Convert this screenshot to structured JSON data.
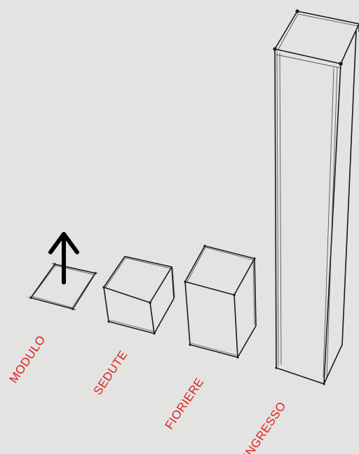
{
  "colors": {
    "background": "#e3e3e1",
    "ink": "#1a1a1a",
    "label": "#e0201c"
  },
  "labels": {
    "modulo": "MODULO",
    "sedute": "SEDUTE",
    "fioriere": "FIORIERE",
    "ingresso": "INGRESSO"
  },
  "icons": {
    "arrow": "up-arrow-icon"
  }
}
